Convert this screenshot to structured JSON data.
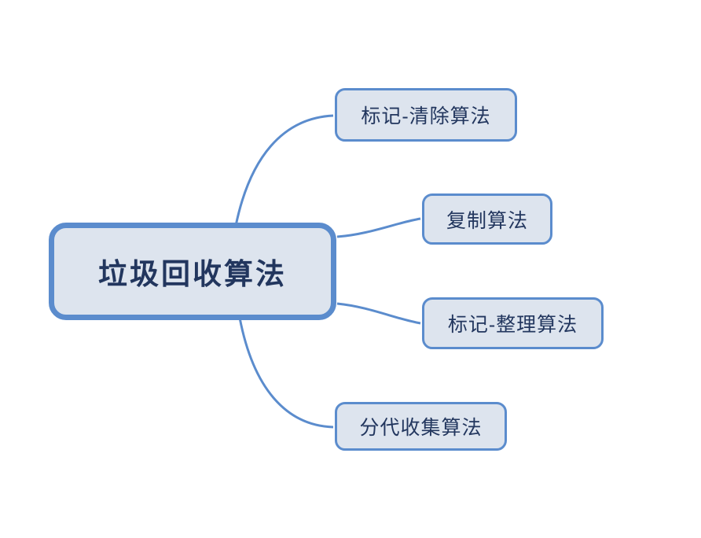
{
  "diagram": {
    "type": "mind-map",
    "title": "垃圾回收算法",
    "root": {
      "label": "垃圾回收算法",
      "fill": "#dde4ee",
      "border": "#5b8ccd",
      "text_color": "#22365e"
    },
    "branches": [
      {
        "label": "标记-清除算法"
      },
      {
        "label": "复制算法"
      },
      {
        "label": "标记-整理算法"
      },
      {
        "label": "分代收集算法"
      }
    ],
    "colors": {
      "background": "#ffffff",
      "node_fill": "#dde4ee",
      "node_border": "#5b8ccd",
      "connector": "#5b8ccd",
      "text": "#22365e"
    }
  }
}
